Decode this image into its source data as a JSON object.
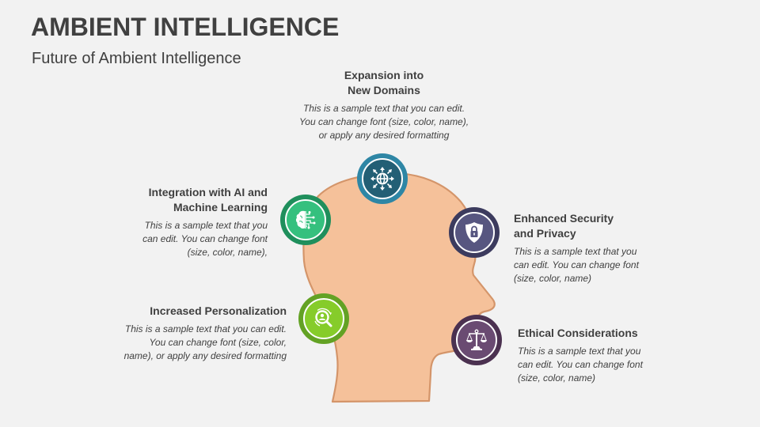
{
  "slide": {
    "title": "AMBIENT INTELLIGENCE",
    "subtitle": "Future of Ambient Intelligence"
  },
  "colors": {
    "background": "#f2f2f2",
    "head_fill": "#f5c19a",
    "head_stroke": "#d4956a",
    "teal_outer": "#2e86a5",
    "teal_inner": "#235f75",
    "green_outer": "#1f8f5c",
    "green_inner": "#35c07e",
    "lime_outer": "#63a224",
    "lime_inner": "#86cc2a",
    "navy_outer": "#3c3b5e",
    "navy_inner": "#575680",
    "purple_outer": "#4b3150",
    "purple_inner": "#6a4b72"
  },
  "items": [
    {
      "heading_line1": "Expansion into",
      "heading_line2": "New Domains",
      "desc_line1": "This is a sample text that you can edit.",
      "desc_line2": "You can change font (size, color, name),",
      "desc_line3": "or apply any desired formatting",
      "icon": "globe-arrows-icon"
    },
    {
      "heading_line1": "Integration with AI and",
      "heading_line2": "Machine Learning",
      "desc_line1": "This is a sample text that you",
      "desc_line2": "can edit. You can change font",
      "desc_line3": "(size, color, name),",
      "icon": "brain-circuit-icon"
    },
    {
      "heading_line1": "Enhanced Security",
      "heading_line2": "and Privacy",
      "desc_line1": "This is a sample text that you",
      "desc_line2": "can edit. You can change font",
      "desc_line3": "(size, color, name)",
      "icon": "shield-lock-icon"
    },
    {
      "heading_line1": "Increased Personalization",
      "desc_line1": "This is a sample text that you can edit.",
      "desc_line2": "You can change font (size, color,",
      "desc_line3": "name), or apply any desired formatting",
      "icon": "user-search-icon"
    },
    {
      "heading_line1": "Ethical Considerations",
      "desc_line1": "This is a sample text that you",
      "desc_line2": "can edit. You can change font",
      "desc_line3": "(size, color, name)",
      "icon": "scales-icon"
    }
  ]
}
